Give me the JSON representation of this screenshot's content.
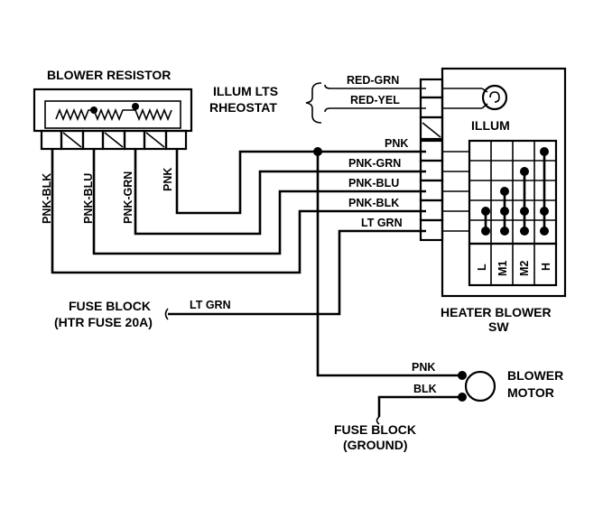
{
  "blower_resistor": {
    "title": "BLOWER RESISTOR"
  },
  "resistor_wires": [
    "PNK-BLK",
    "PNK-BLU",
    "PNK-GRN",
    "PNK"
  ],
  "rheostat": {
    "title_line1": "ILLUM LTS",
    "title_line2": "RHEOSTAT",
    "wire1": "RED-GRN",
    "wire2": "RED-YEL"
  },
  "illum": {
    "label": "ILLUM"
  },
  "switch_wires": [
    "PNK",
    "PNK-GRN",
    "PNK-BLU",
    "PNK-BLK",
    "LT GRN"
  ],
  "switch_positions": [
    "L",
    "M1",
    "M2",
    "H"
  ],
  "heater_blower_sw": {
    "line1": "HEATER BLOWER",
    "line2": "SW"
  },
  "fuse_block_htr": {
    "line1": "FUSE BLOCK",
    "line2": "(HTR FUSE 20A)",
    "wire": "LT GRN"
  },
  "blower_motor": {
    "line1": "BLOWER",
    "line2": "MOTOR",
    "wire1": "PNK",
    "wire2": "BLK"
  },
  "fuse_block_ground": {
    "line1": "FUSE BLOCK",
    "line2": "(GROUND)"
  }
}
